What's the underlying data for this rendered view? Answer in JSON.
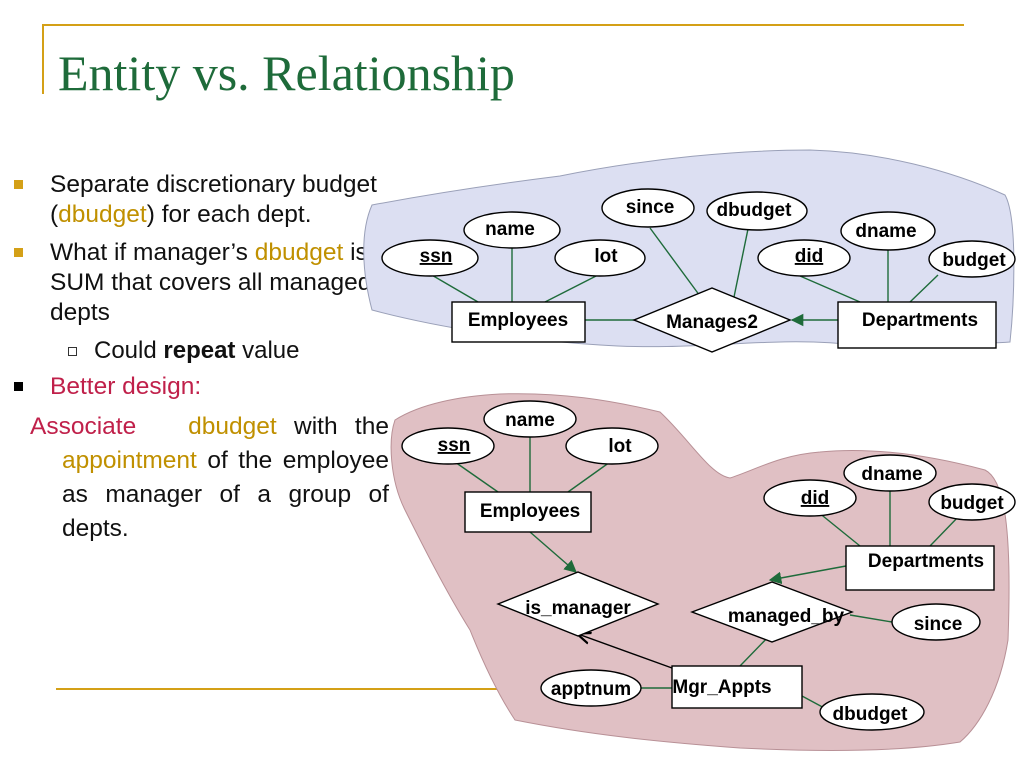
{
  "slide": {
    "title": "Entity vs. Relationship",
    "colors": {
      "title": "#1e6b3a",
      "accent_gold": "#c09000",
      "accent_red": "#c0204a",
      "frame": "#d4a017",
      "bullet_marker": "#d4a017",
      "blob_top": "#dcdff2",
      "blob_bottom": "#e0c0c4",
      "connector": "#1e6b3a"
    },
    "bullets": {
      "b1": {
        "text1": "Separate discretionary budget (",
        "highlight": "dbudget",
        "text2": ") for each dept."
      },
      "b2": {
        "text1": "What if manager’s ",
        "highlight": "dbudget",
        "text2": " is a SUM that covers all managed depts"
      },
      "b2_sub": {
        "text1": "Could ",
        "bold": "repeat",
        "text2": " value"
      },
      "b3": {
        "text": "Better design:"
      },
      "b3_sub": {
        "lead": "Associate",
        "highlight1": "dbudget",
        "mid": " with the ",
        "highlight2": "appointment",
        "tail": " of the employee as manager of a group of depts."
      }
    }
  },
  "diagram_top": {
    "entities": {
      "employees": "Employees",
      "departments": "Departments"
    },
    "relationship": "Manages2",
    "attributes": {
      "ssn": "ssn",
      "name": "name",
      "lot": "lot",
      "since": "since",
      "dbudget": "dbudget",
      "did": "did",
      "dname": "dname",
      "budget": "budget"
    }
  },
  "diagram_bottom": {
    "entities": {
      "employees": "Employees",
      "departments": "Departments",
      "mgr_appts": "Mgr_Appts"
    },
    "relationships": {
      "is_manager": "is_manager",
      "managed_by": "managed_by"
    },
    "attributes": {
      "ssn": "ssn",
      "name": "name",
      "lot": "lot",
      "did": "did",
      "dname": "dname",
      "budget": "budget",
      "since": "since",
      "apptnum": "apptnum",
      "dbudget": "dbudget"
    }
  }
}
